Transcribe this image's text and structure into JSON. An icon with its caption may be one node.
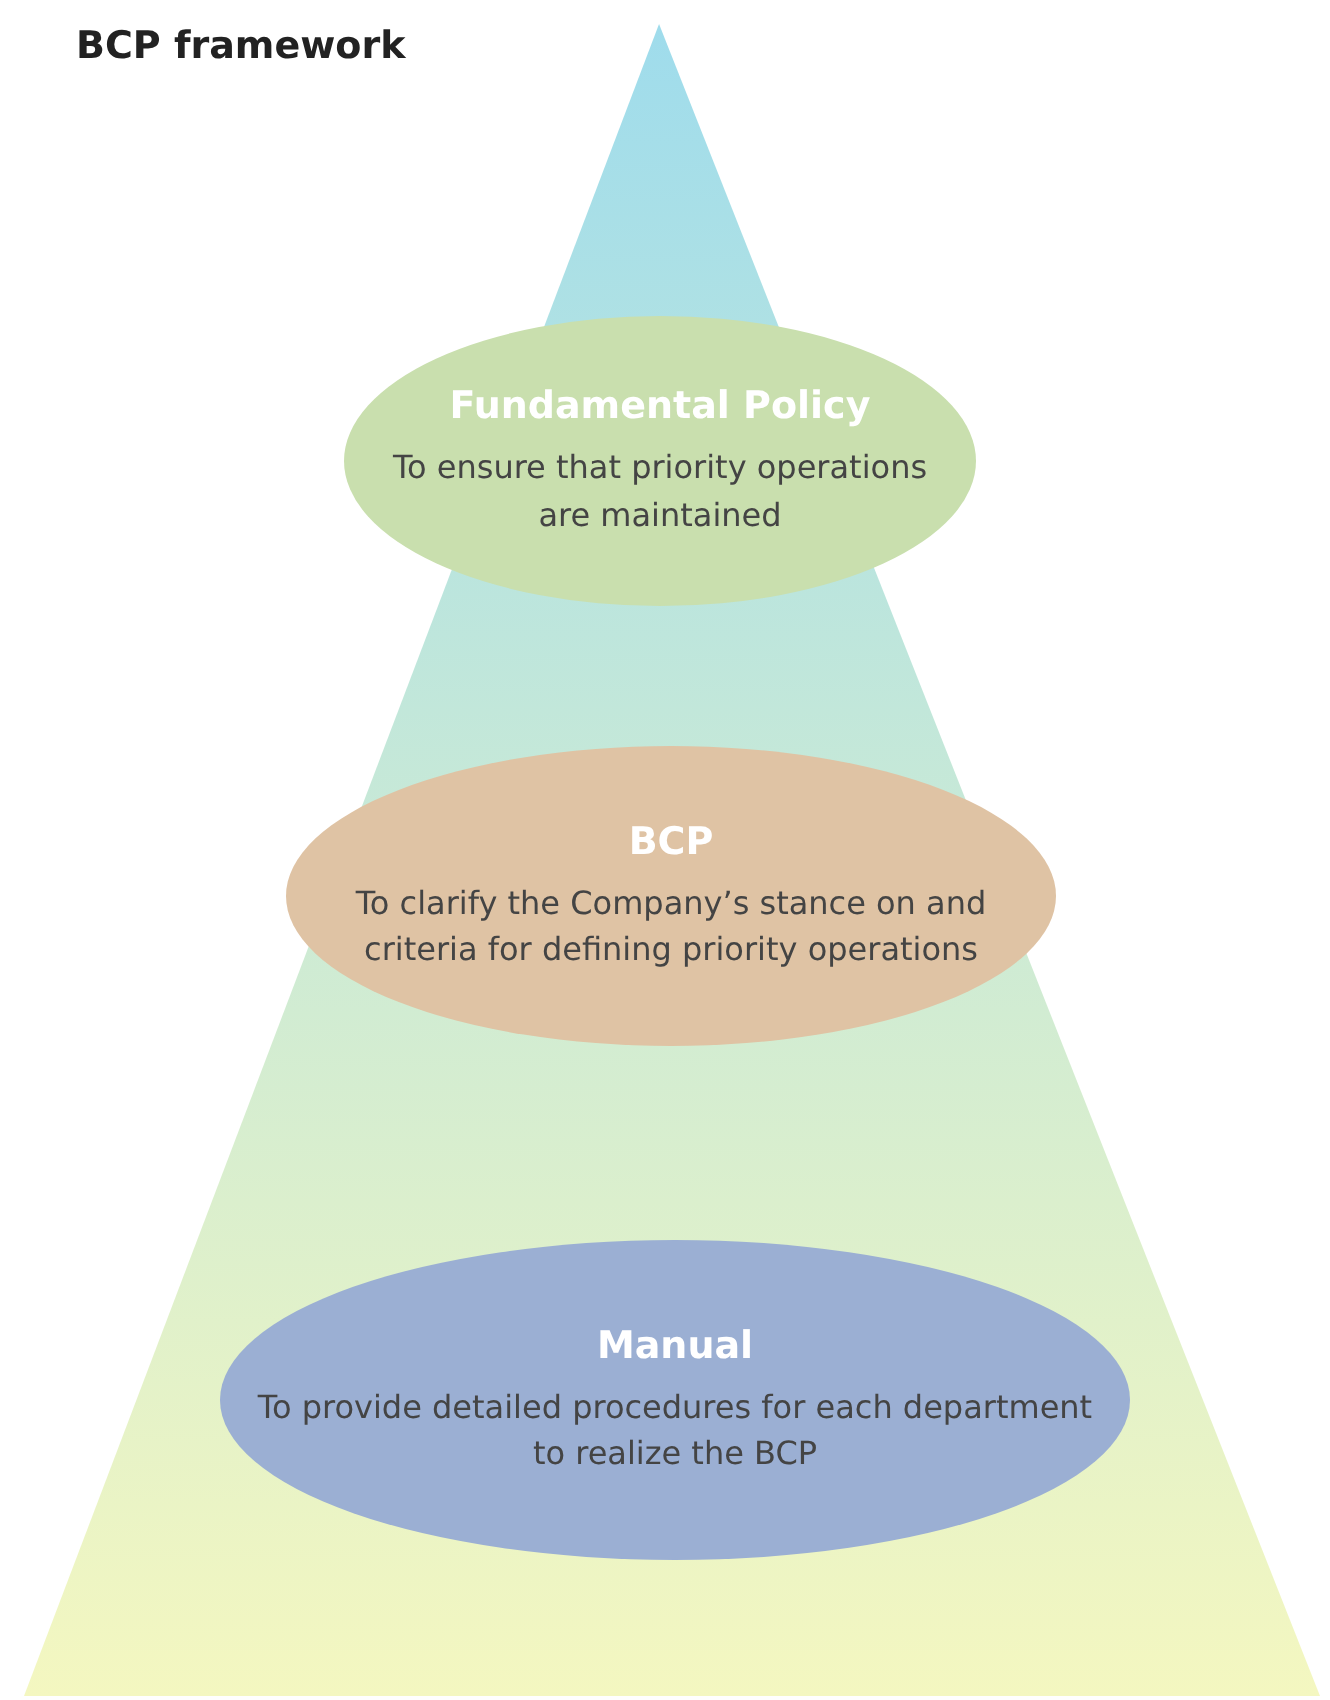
{
  "diagram": {
    "title": "BCP framework",
    "nodes": [
      {
        "text": [],
        "shape": "triangle"
      },
      {
        "text": [
          "Fundamental Policy",
          "To ensure that priority operations are maintained"
        ],
        "in": 0
      },
      {
        "text": [
          "BCP",
          "To clarify the Company’s stance on and criteria for defining priority operations"
        ],
        "in": 0
      },
      {
        "text": [
          "Manual",
          "To provide detailed procedures for each department to realize the BCP"
        ],
        "in": 0
      }
    ],
    "edges": []
  }
}
